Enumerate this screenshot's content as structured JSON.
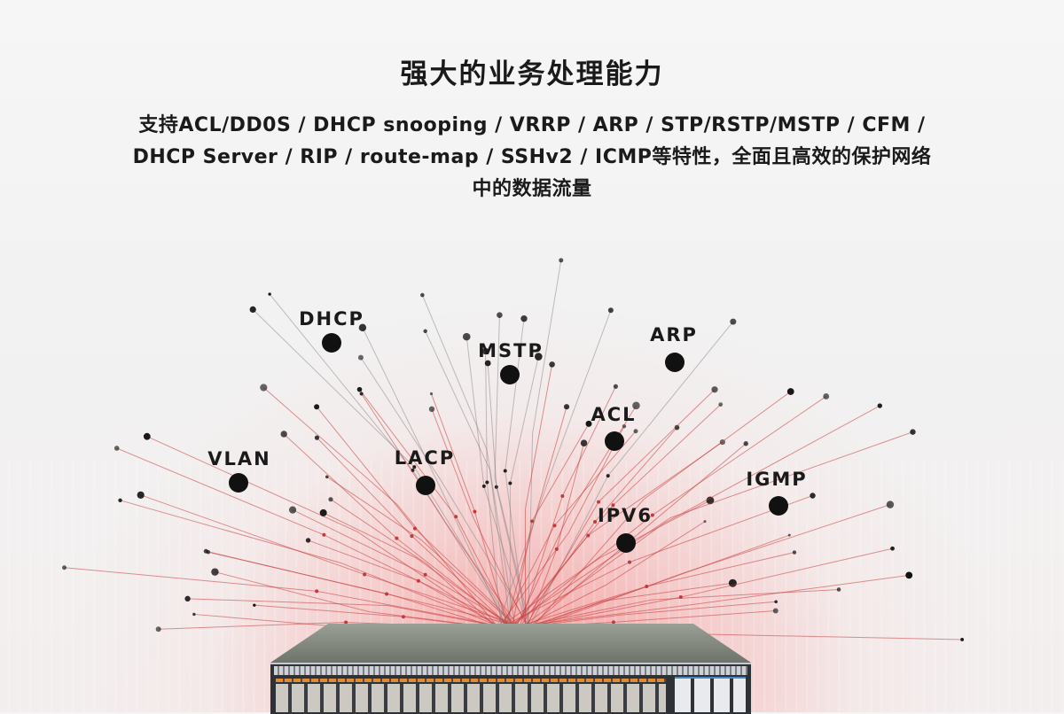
{
  "header": {
    "title": "强大的业务处理能力",
    "description_lines": [
      "支持ACL/DD0S / DHCP snooping / VRRP / ARP / STP/RSTP/MSTP / CFM /",
      "DHCP Server / RIP / route-map / SSHv2 / ICMP等特性，全面且高效的保护网络",
      "中的数据流量"
    ]
  },
  "protocols": [
    "DHCP",
    "MSTP",
    "ARP",
    "ACL",
    "VLAN",
    "LACP",
    "IGMP",
    "IPV6"
  ],
  "colors": {
    "glow": "#f55a5a",
    "dot": "#111111",
    "port_accent": "#e48a2e",
    "uplink_accent": "#4a86c8"
  }
}
